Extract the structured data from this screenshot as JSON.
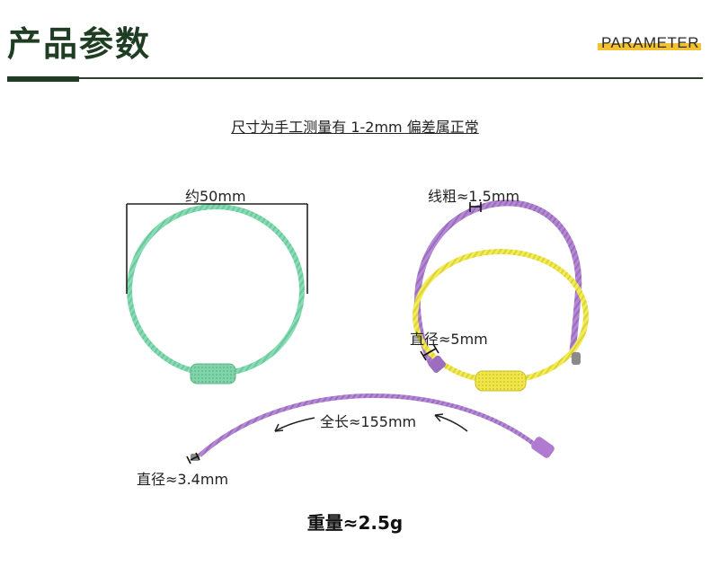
{
  "header": {
    "title": "产品参数",
    "badge": "PARAMETER"
  },
  "note": "尺寸为手工测量有 1-2mm 偏差属正常",
  "measurements": {
    "diameter_approx": "约50mm",
    "wire_thickness": "线粗≈1.5mm",
    "barrel_diameter": "直径≈5mm",
    "total_length": "全长≈155mm",
    "end_diameter": "直径≈3.4mm"
  },
  "weight": "重量≈2.5g",
  "colors": {
    "title_green": "#1f3d22",
    "accent_yellow": "#f2c230",
    "ring_green": "#86dcb3",
    "ring_purple": "#b488d4",
    "ring_yellow": "#f3ec55"
  }
}
